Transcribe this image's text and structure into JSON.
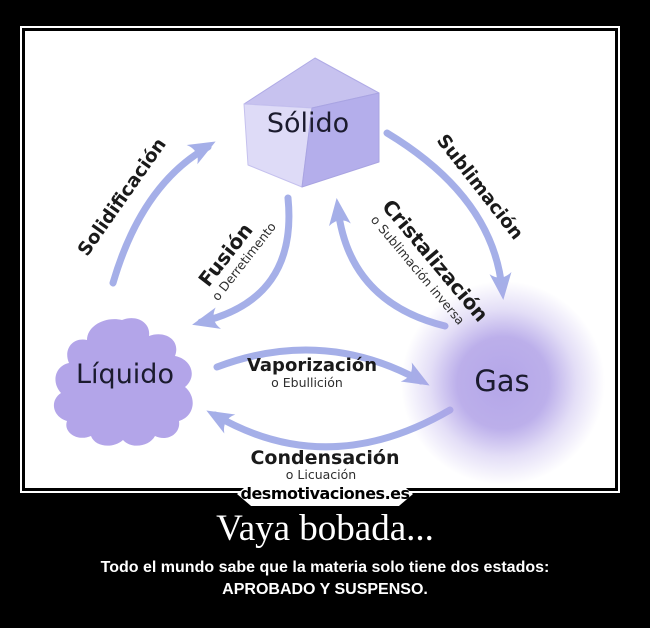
{
  "frame": {
    "background": "#000000",
    "border_color": "#ffffff",
    "image_background": "#ffffff"
  },
  "diagram": {
    "colors": {
      "arrow": "#a5afe8",
      "cube_top": "#c7c2ef",
      "cube_left": "#dedbf7",
      "cube_right": "#b4aeeb",
      "cube_edge": "#a9a4e2",
      "liquid_blob": "#b3a5e9",
      "gas_glow": "#b0a1e7",
      "state_text": "#1b1b2e",
      "label_text": "#1a1a1a"
    },
    "states": [
      {
        "label": "Sólido"
      },
      {
        "label": "Líquido"
      },
      {
        "label": "Gas"
      }
    ],
    "transitions": [
      {
        "label": "Solidificación",
        "sublabel": ""
      },
      {
        "label": "Sublimación",
        "sublabel": ""
      },
      {
        "label": "Fusión",
        "sublabel": "o Derretimento"
      },
      {
        "label": "Cristalización",
        "sublabel": "o Sublimación inversa"
      },
      {
        "label": "Vaporización",
        "sublabel": "o Ebullición"
      },
      {
        "label": "Condensación",
        "sublabel": "o Licuación"
      }
    ]
  },
  "watermark": {
    "text": "desmotivaciones.es"
  },
  "caption": {
    "title": "Vaya bobada...",
    "line1": "Todo el mundo sabe que la materia solo tiene dos estados:",
    "line2": "APROBADO Y SUSPENSO."
  }
}
